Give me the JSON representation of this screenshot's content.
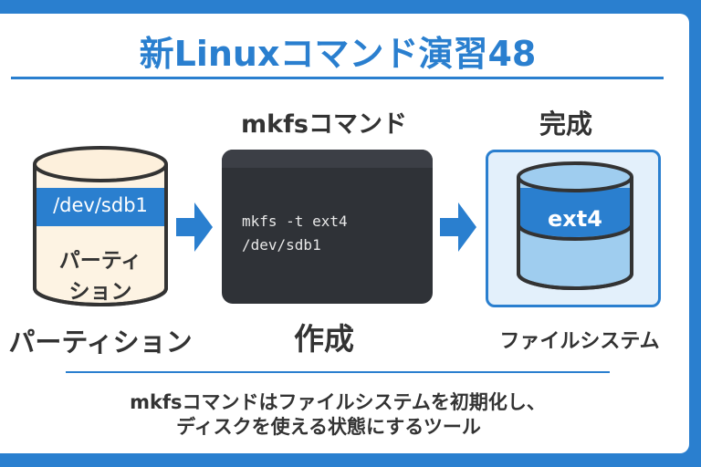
{
  "title": "新Linuxコマンド演習48",
  "step_headings": {
    "command": "mkfsコマンド",
    "result": "完成"
  },
  "partition": {
    "device": "/dev/sdb1",
    "inner_label_line1": "パーティ",
    "inner_label_line2": "ション",
    "caption": "パーティション"
  },
  "terminal": {
    "line1": "mkfs -t ext4",
    "line2": "/dev/sdb1",
    "caption": "作成"
  },
  "filesystem": {
    "type": "ext4",
    "caption": "ファイルシステム"
  },
  "description": {
    "line1": "mkfsコマンドはファイルシステムを初期化し、",
    "line2": "ディスクを使える状態にするツール"
  },
  "colors": {
    "accent": "#2a7fcf",
    "text": "#333333",
    "cream": "#fdf0dc",
    "light_blue": "#9fcdef",
    "terminal": "#2f3237"
  }
}
